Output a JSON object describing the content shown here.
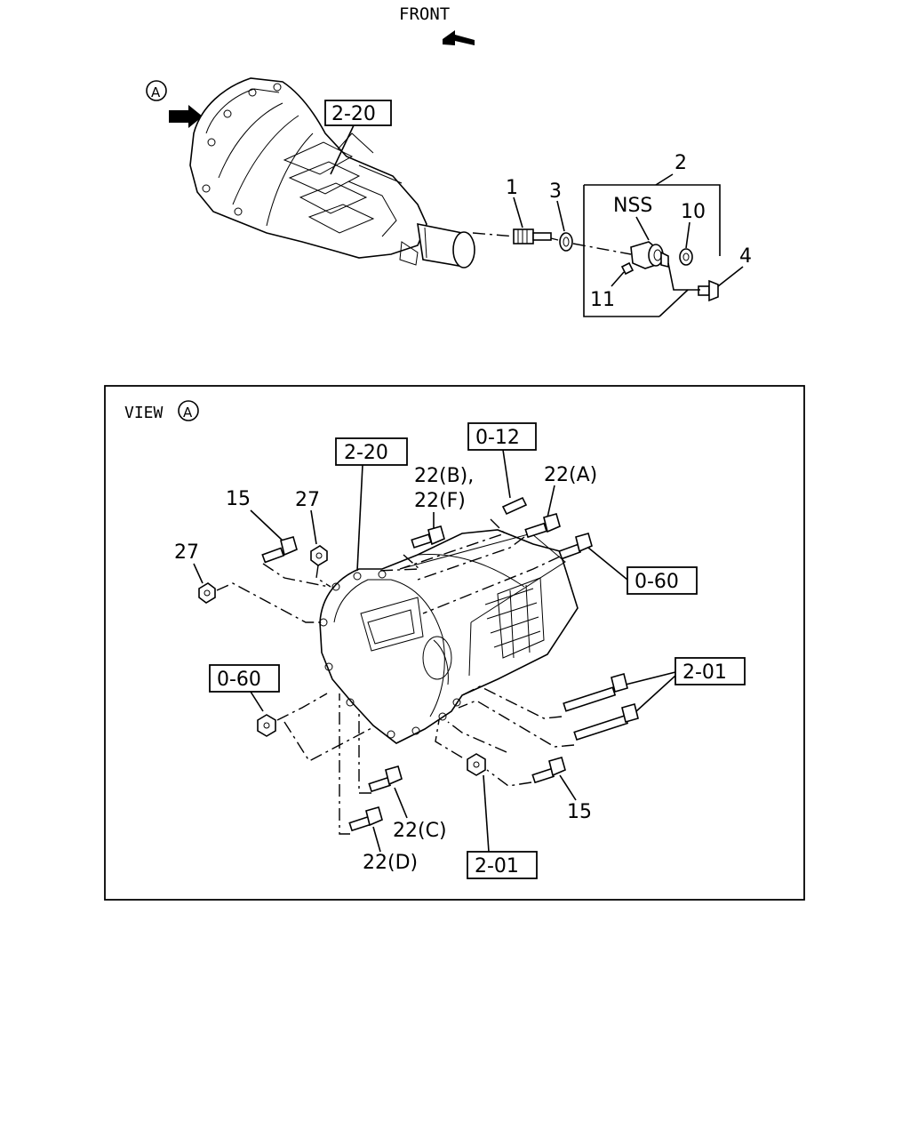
{
  "top": {
    "front_label": "FRONT",
    "view_marker": "A",
    "transmission_ref": "2-20",
    "parts": {
      "p1": "1",
      "p2": "2",
      "p3": "3",
      "p4": "4",
      "p10": "10",
      "p11": "11",
      "nss": "NSS"
    }
  },
  "view": {
    "title": "VIEW",
    "marker": "A",
    "refs": {
      "r220": "2-20",
      "r012": "0-12",
      "r060_right": "0-60",
      "r060_left": "0-60",
      "r201_right": "2-01",
      "r201_bottom": "2-01"
    },
    "labels": {
      "l15_top": "15",
      "l27_mid": "27",
      "l27_left": "27",
      "l22bf_line1": "22(B),",
      "l22bf_line2": "22(F)",
      "l22a": "22(A)",
      "l22c": "22(C)",
      "l22d": "22(D)",
      "l15_bottom": "15"
    }
  }
}
